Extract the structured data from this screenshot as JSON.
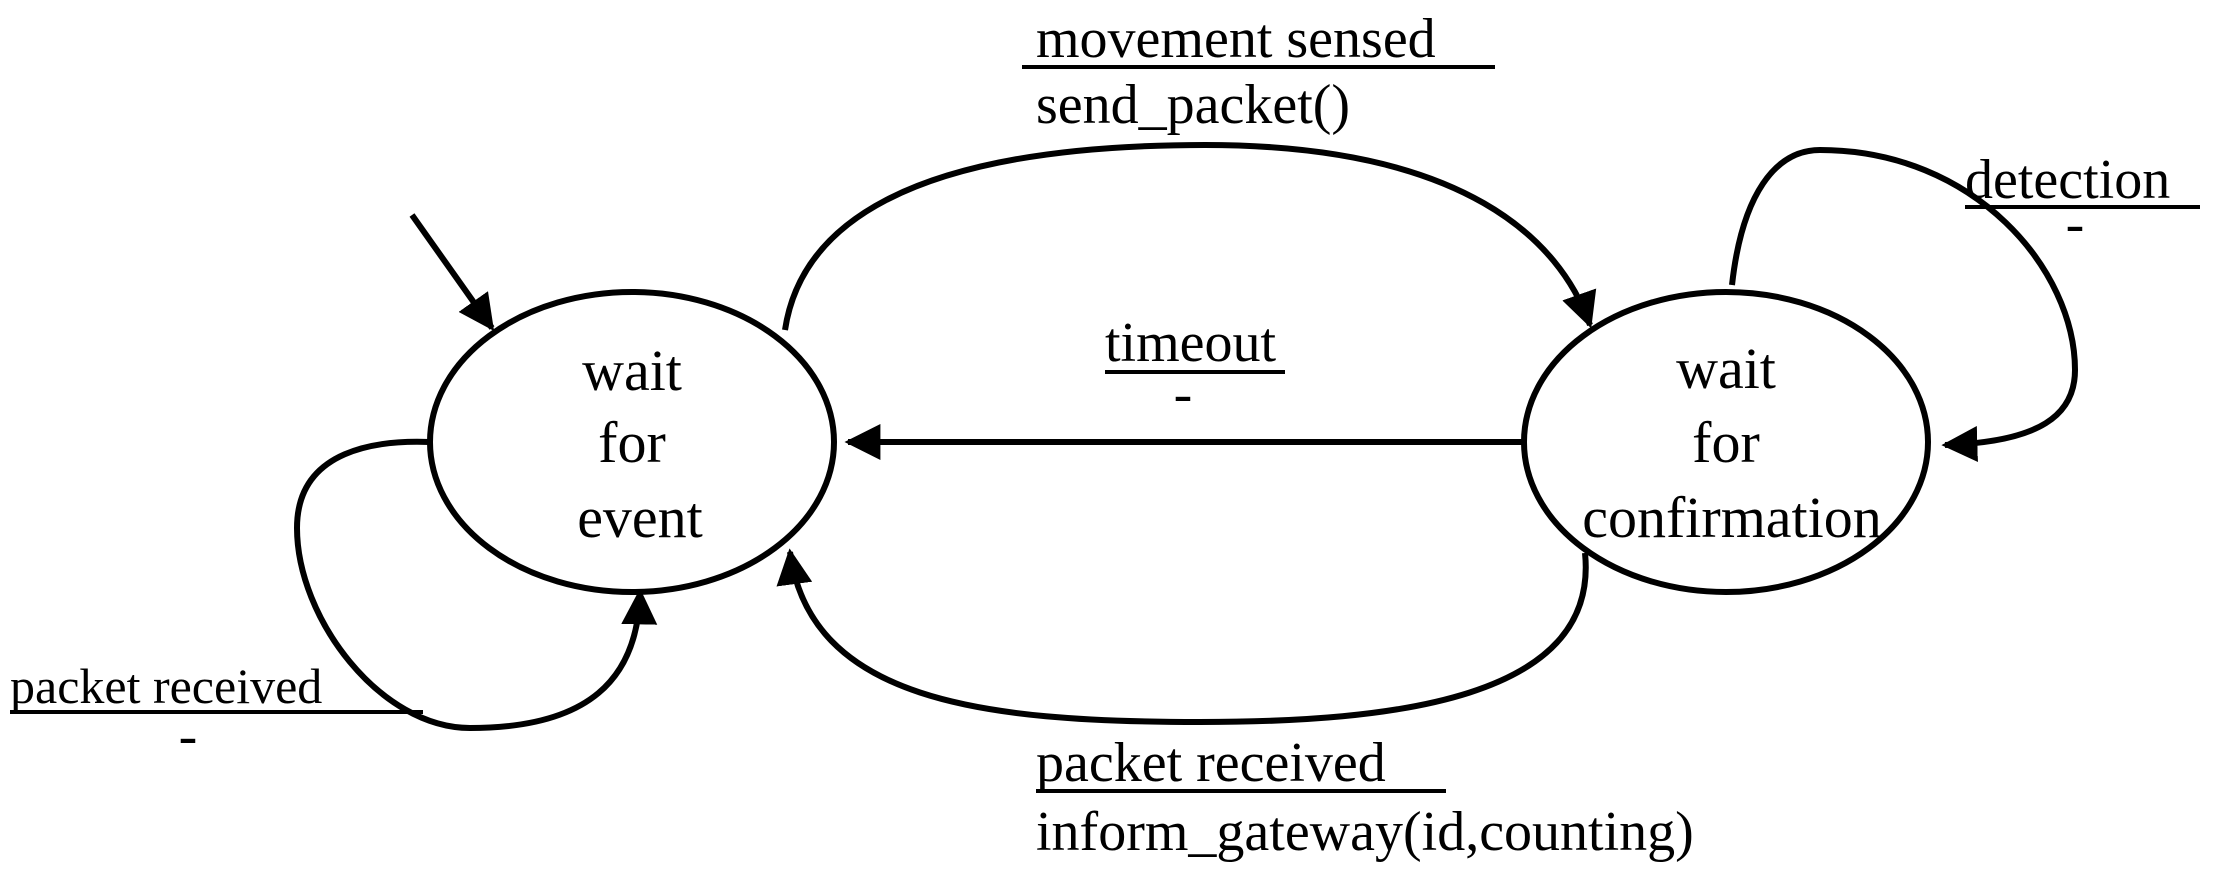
{
  "states": {
    "wait_event": {
      "lines": [
        "wait",
        "for",
        "event"
      ]
    },
    "wait_confirm": {
      "lines": [
        "wait",
        "for",
        "confirmation"
      ]
    }
  },
  "transitions": {
    "movement": {
      "event": "movement sensed",
      "action": "send_packet()"
    },
    "timeout": {
      "event": "timeout",
      "action": "-"
    },
    "packet_confirm": {
      "event": "packet received",
      "action": "inform_gateway(id,counting)"
    },
    "detection": {
      "event": "detection",
      "action": "-"
    },
    "packet_self": {
      "event": "packet received",
      "action": "-"
    }
  },
  "colors": {
    "stroke": "#000000",
    "background": "#ffffff"
  }
}
